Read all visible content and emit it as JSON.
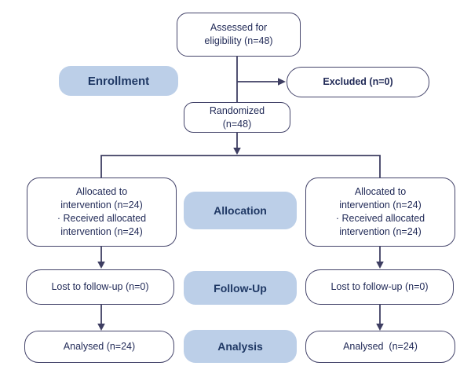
{
  "colors": {
    "background": "#ffffff",
    "box_fill": "#ffffff",
    "box_border": "#45456b",
    "box_text": "#222b58",
    "stage_fill": "#bccfe8",
    "stage_text": "#1f3864",
    "connector": "#3e3e62"
  },
  "stages": {
    "enrollment": "Enrollment",
    "allocation": "Allocation",
    "follow_up": "Follow-Up",
    "analysis": "Analysis"
  },
  "boxes": {
    "assessed": {
      "lines": [
        "Assessed for",
        "eligibility (n=48)"
      ]
    },
    "excluded": {
      "lines": [
        "Excluded (n=0)"
      ]
    },
    "randomized": {
      "lines": [
        "Randomized",
        "(n=48)"
      ]
    },
    "allocated_left": {
      "lines": [
        "Allocated to",
        "intervention (n=24)",
        "· Received allocated",
        "intervention (n=24)"
      ]
    },
    "allocated_right": {
      "lines": [
        "Allocated to",
        "intervention (n=24)",
        "· Received allocated",
        "intervention (n=24)"
      ]
    },
    "lost_left": {
      "lines": [
        "Lost to follow-up (n=0)"
      ]
    },
    "lost_right": {
      "lines": [
        "Lost to follow-up (n=0)"
      ]
    },
    "analysed_left": {
      "lines": [
        "Analysed (n=24)"
      ]
    },
    "analysed_right": {
      "lines": [
        "Analysed  (n=24)"
      ]
    }
  }
}
